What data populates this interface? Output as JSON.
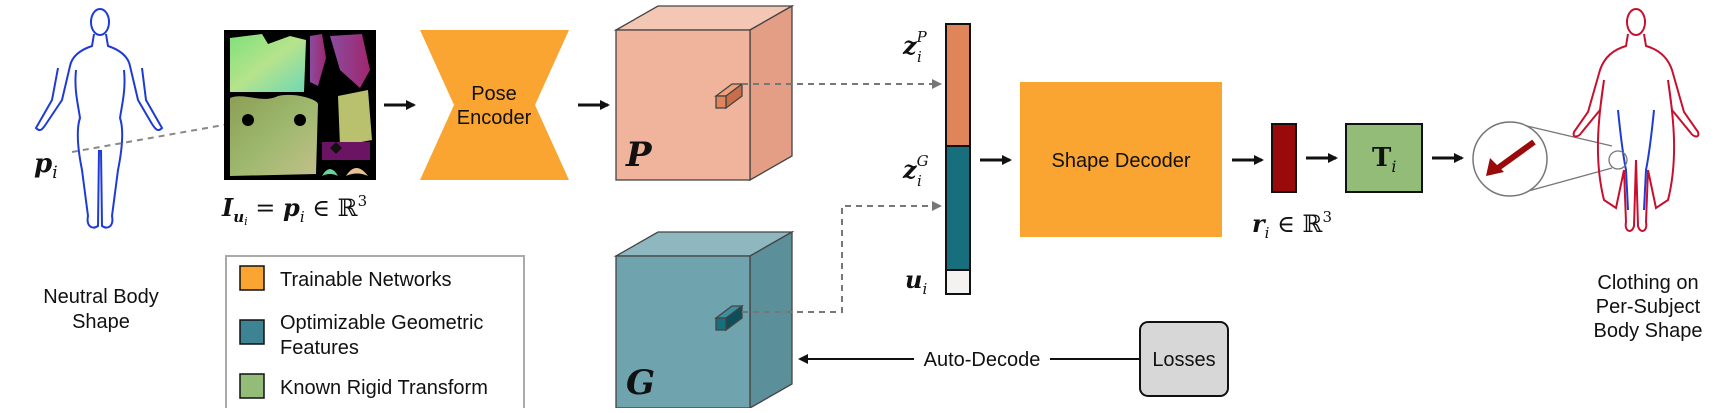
{
  "neutral_body": {
    "caption_line1": "Neutral Body",
    "caption_line2": "Shape",
    "point_label": "p",
    "point_sub": "i"
  },
  "uv_map": {
    "eq_I": "I",
    "eq_sub": "u",
    "eq_subsub": "i",
    "eq_eq": " = ",
    "eq_p": "p",
    "eq_psub": "i",
    "eq_in": " ∈ ℝ",
    "eq_sup": "3"
  },
  "pose_encoder": {
    "line1": "Pose",
    "line2": "Encoder"
  },
  "feature_P": {
    "label": "P"
  },
  "feature_G": {
    "label": "G"
  },
  "latent": {
    "zP_main": "z",
    "zP_sup": "P",
    "zP_sub": "i",
    "zG_main": "z",
    "zG_sup": "G",
    "zG_sub": "i",
    "u_main": "u",
    "u_sub": "i"
  },
  "shape_decoder": {
    "label": "Shape Decoder"
  },
  "residual": {
    "r_main": "r",
    "r_sub": "i",
    "r_in": " ∈ ℝ",
    "r_sup": "3"
  },
  "transform": {
    "T_main": "T",
    "T_sub": "i"
  },
  "losses": {
    "label": "Losses"
  },
  "auto_decode": {
    "label": "Auto-Decode"
  },
  "output_body": {
    "caption_line1": "Clothing on",
    "caption_line2": "Per-Subject",
    "caption_line3": "Body Shape"
  },
  "legend": {
    "items": [
      {
        "label": "Trainable Networks",
        "color": "#FAA431"
      },
      {
        "label_line1": "Optimizable Geometric",
        "label_line2": "Features",
        "color": "#3E8394"
      },
      {
        "label": "Known Rigid Transform",
        "color": "#93BC79"
      }
    ]
  },
  "colors": {
    "orange_network": "#FAA431",
    "P_front": "#F0B49C",
    "P_top": "#F4C7B4",
    "P_side": "#E49E86",
    "G_front": "#6FA3AD",
    "G_top": "#8EB7BF",
    "G_side": "#5B8F99",
    "zP_bar": "#E0845A",
    "zG_bar": "#176E7D",
    "u_bar": "#F4F1F1",
    "residual_bar": "#9A0A0A",
    "transform_box": "#93BC79",
    "losses_box": "#D7D7D7",
    "body_blue": "#1F3BD6",
    "body_red": "#C8102E"
  }
}
